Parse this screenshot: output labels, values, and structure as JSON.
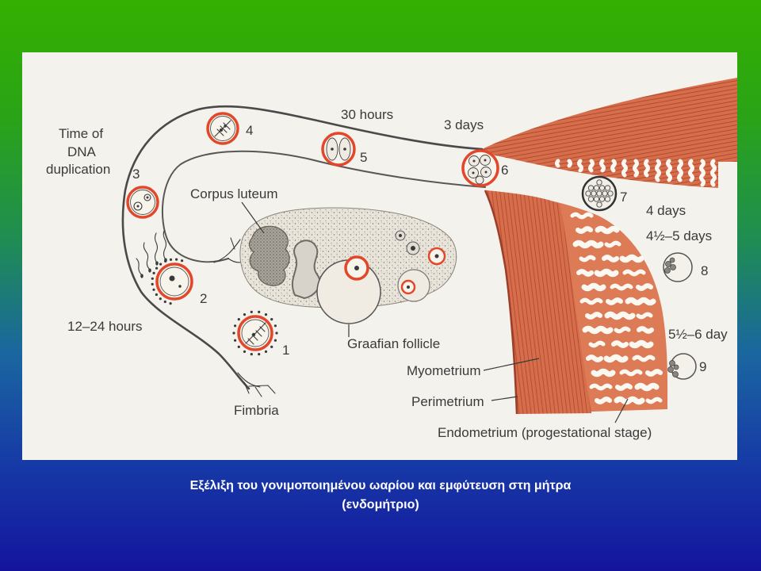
{
  "caption": {
    "line1": "Εξέλιξη του γονιμοποιημένου ωαρίου και εμφύτευση στη μήτρα",
    "line2": "(ενδομήτριο)"
  },
  "diagram": {
    "dna_duplication": [
      "Time of",
      "DNA",
      "duplication"
    ],
    "times": {
      "hours_12_24": "12–24 hours",
      "hours_30": "30 hours",
      "days_3": "3 days",
      "days_4": "4 days",
      "days_4_5": "4½–5 days",
      "days_5_6": "5½–6 day"
    },
    "stages": [
      "1",
      "2",
      "3",
      "4",
      "5",
      "6",
      "7",
      "8",
      "9"
    ],
    "structures": {
      "corpus_luteum": "Corpus luteum",
      "graafian_follicle": "Graafian follicle",
      "myometrium": "Myometrium",
      "perimetrium": "Perimetrium",
      "fimbria": "Fimbria",
      "endometrium": "Endometrium (progestational stage)"
    }
  },
  "colors": {
    "background_top": "#34b000",
    "background_bottom": "#14149e",
    "panel": "#f4f2ec",
    "ring": "#e3472a",
    "muscle": "#d66e4c",
    "text": "#3a3a3a",
    "caption": "#ffffff"
  }
}
